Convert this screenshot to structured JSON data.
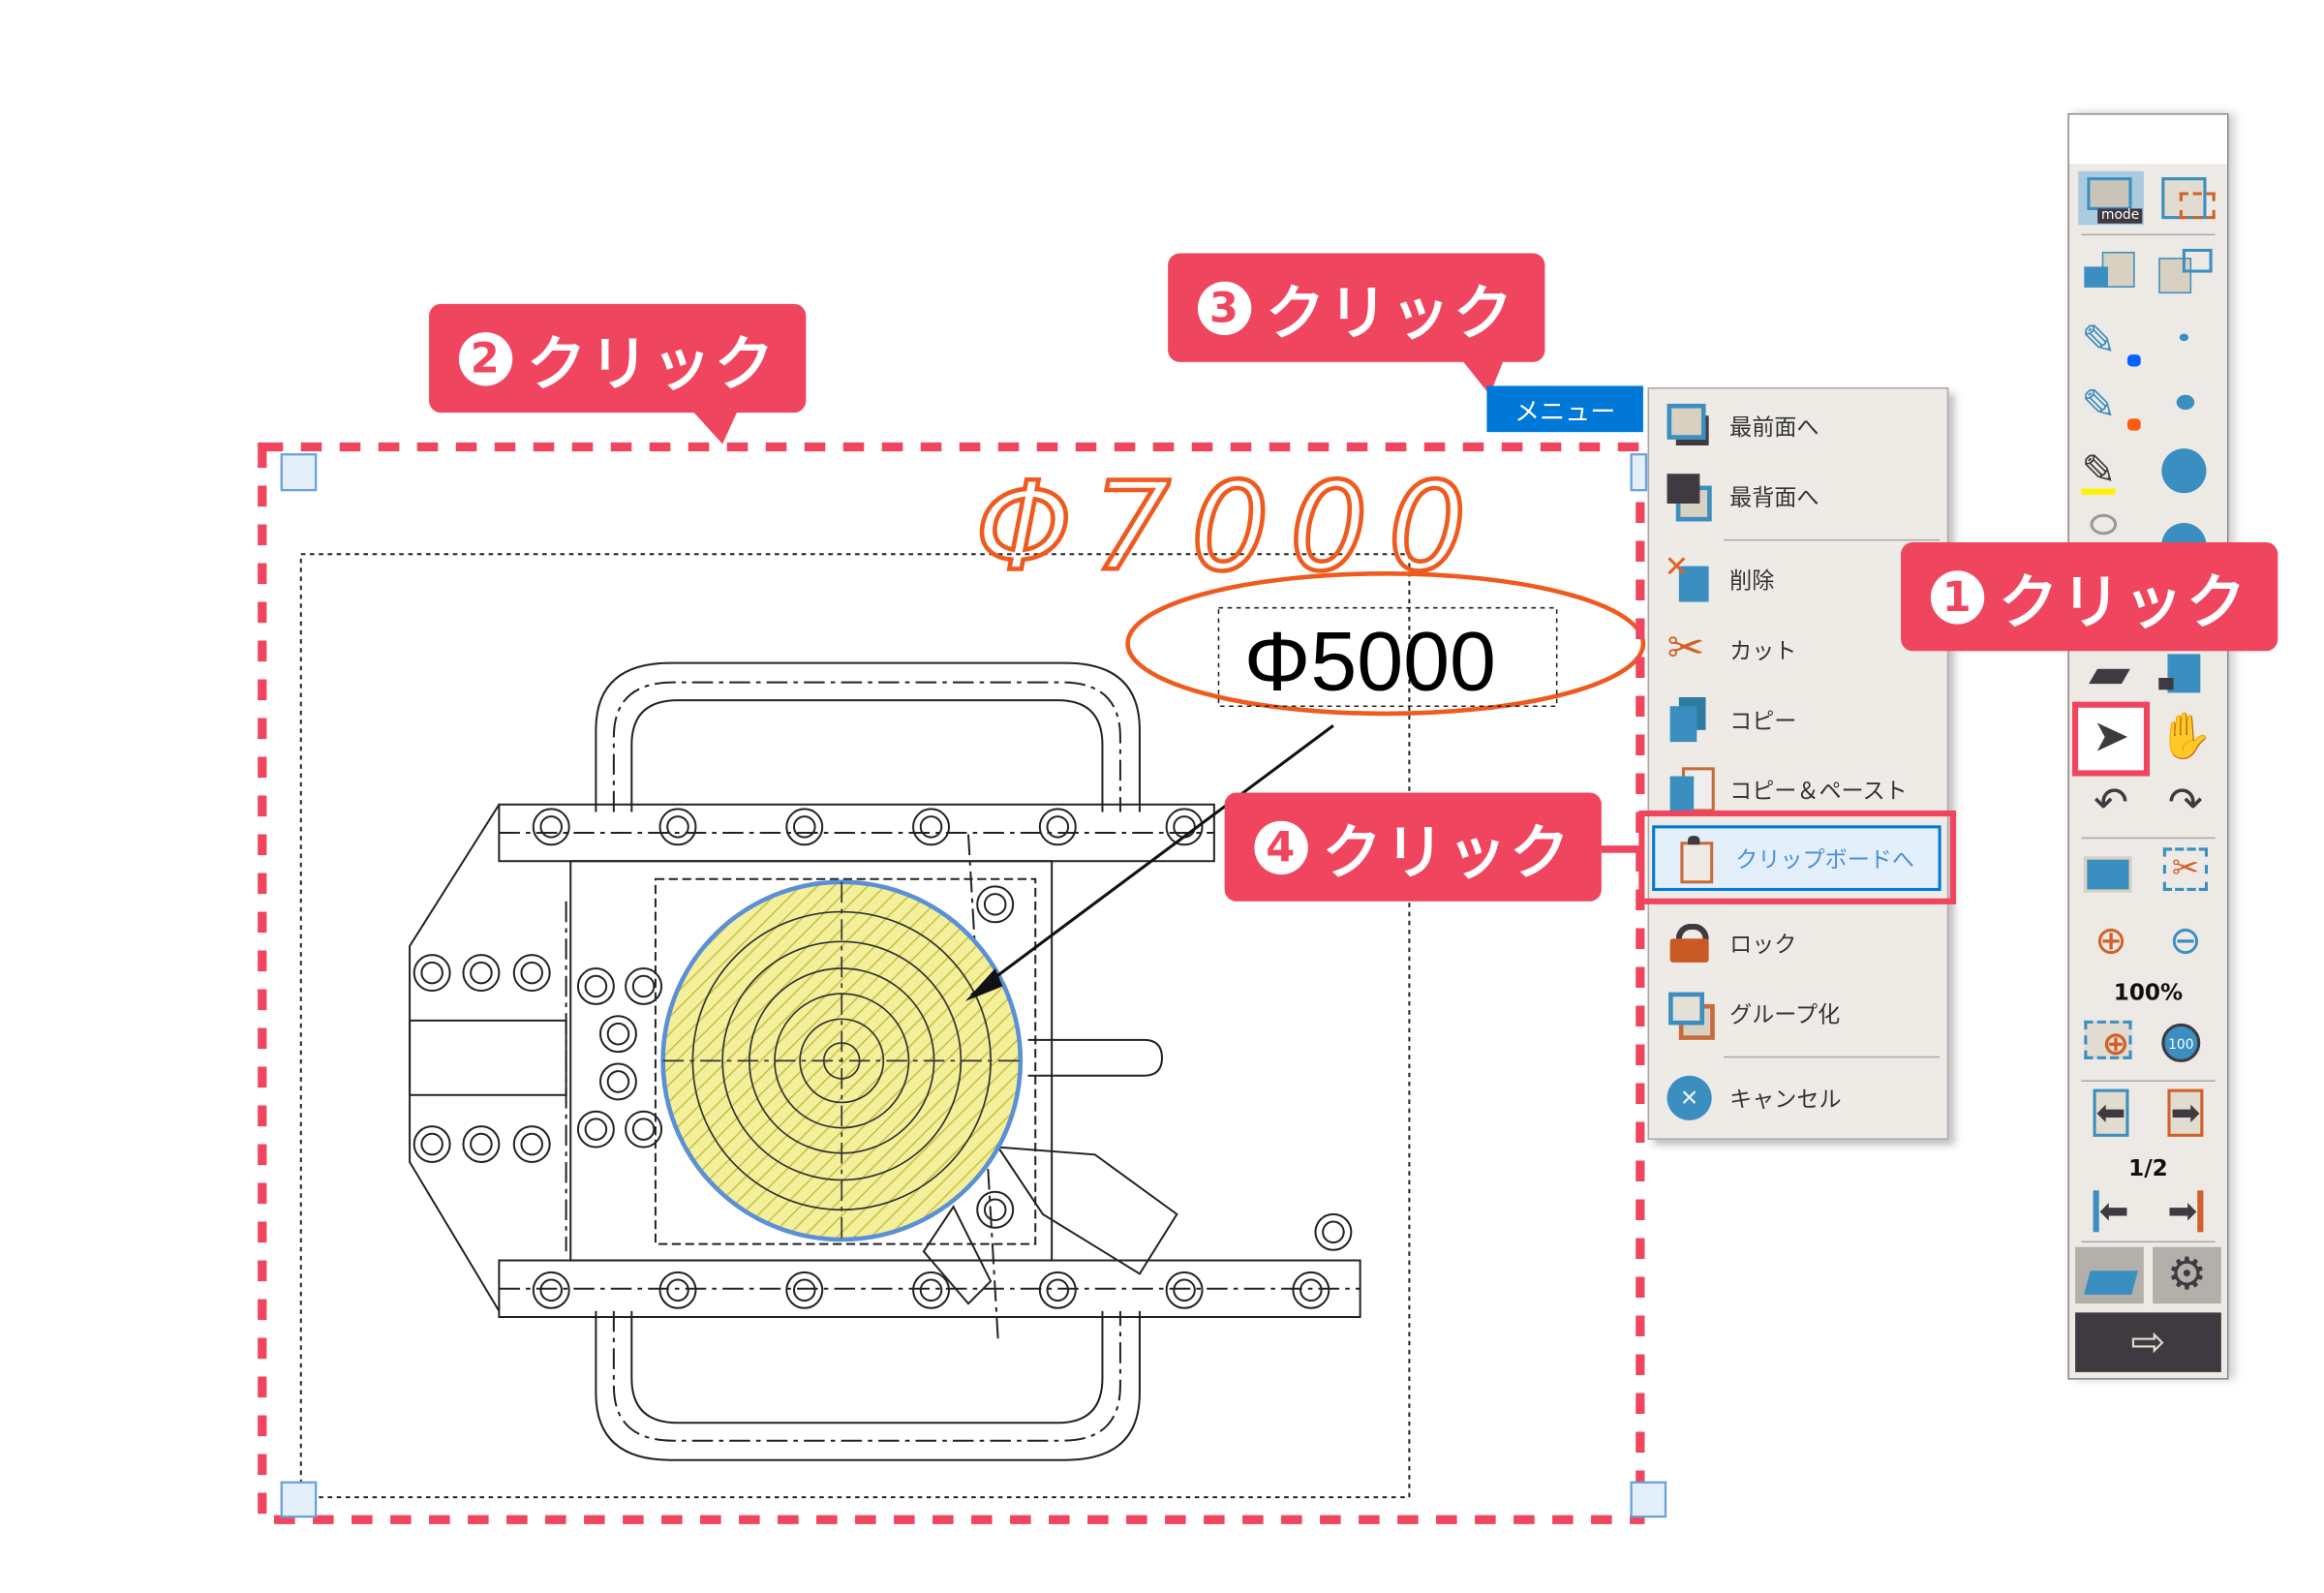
{
  "callouts": [
    {
      "num": "1",
      "label": "クリック"
    },
    {
      "num": "2",
      "label": "クリック"
    },
    {
      "num": "3",
      "label": "クリック"
    },
    {
      "num": "4",
      "label": "クリック"
    }
  ],
  "drawing": {
    "handwritten": "Φ7000",
    "dimension": "Φ5000"
  },
  "menu_button": {
    "label": "メニュー"
  },
  "context_menu": {
    "items": [
      {
        "label": "最前面へ",
        "icon": "bring-front-icon"
      },
      {
        "label": "最背面へ",
        "icon": "send-back-icon"
      },
      {
        "label": "削除",
        "icon": "delete-icon"
      },
      {
        "label": "カット",
        "icon": "scissors-icon"
      },
      {
        "label": "コピー",
        "icon": "copy-icon"
      },
      {
        "label": "コピー＆ペースト",
        "icon": "copy-paste-icon"
      },
      {
        "label": "クリップボードへ",
        "icon": "clipboard-icon",
        "highlighted": true
      },
      {
        "label": "ロック",
        "icon": "lock-icon"
      },
      {
        "label": "グループ化",
        "icon": "group-icon"
      },
      {
        "label": "キャンセル",
        "icon": "cancel-icon"
      }
    ]
  },
  "toolbar": {
    "mode_label": "mode",
    "zoom": "100%",
    "page": "1/2",
    "zoom100_label": "100"
  },
  "colors": {
    "accent": "#f0455f",
    "menu_blue": "#0078d7",
    "highlight": "#e3f0fb",
    "toolbar_bg": "#ede9e4"
  }
}
